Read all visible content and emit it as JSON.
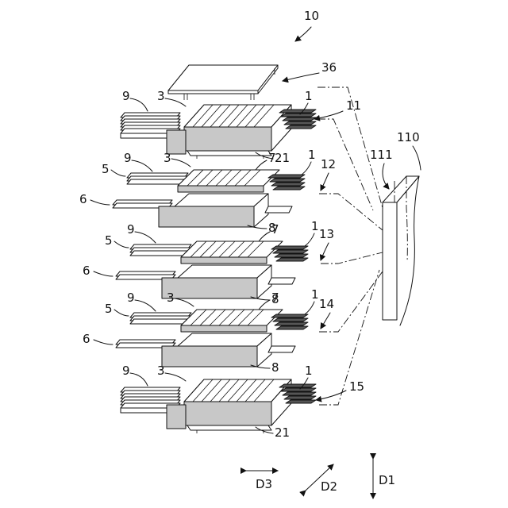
{
  "figure": {
    "assembly_ref": "10",
    "cover_ref": "36",
    "unit_refs": [
      "11",
      "12",
      "13",
      "14",
      "15"
    ],
    "frame_ref": "110",
    "frame_wall_ref": "111"
  },
  "layers": [
    {
      "labels": {
        "9": "9",
        "3": "3",
        "1": "1",
        "21": "21"
      }
    },
    {
      "labels": {
        "5": "5",
        "6": "6",
        "9": "9",
        "3": "3",
        "7": "7",
        "1": "1",
        "8": "8"
      }
    },
    {
      "labels": {
        "5": "5",
        "6": "6",
        "9": "9",
        "7": "7",
        "1": "1",
        "8": "8"
      }
    },
    {
      "labels": {
        "5": "5",
        "6": "6",
        "9": "9",
        "3": "3",
        "7": "7",
        "1": "1",
        "8": "8"
      }
    },
    {
      "labels": {
        "9": "9",
        "3": "3",
        "1": "1",
        "21": "21"
      }
    }
  ],
  "directions": {
    "d1": "D1",
    "d2": "D2",
    "d3": "D3"
  }
}
